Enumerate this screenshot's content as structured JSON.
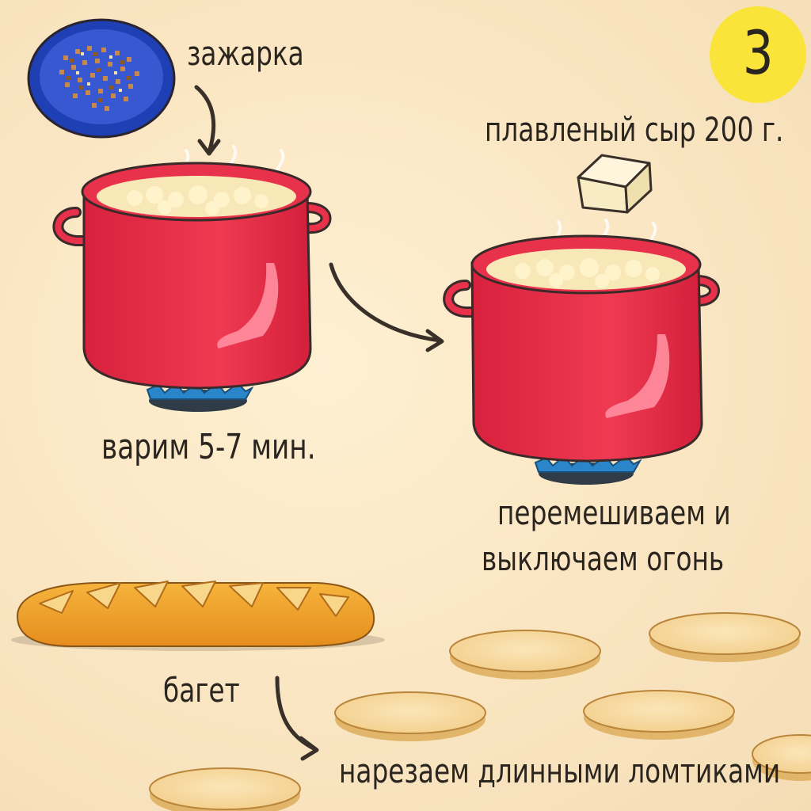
{
  "step_number": "3",
  "labels": {
    "zazharka": "зажарка",
    "cheese": "плавленый сыр 200 г.",
    "boil": "варим 5-7 мин.",
    "stir_line1": "перемешиваем и",
    "stir_line2": "выключаем огонь",
    "baguette": "багет",
    "slice": "нарезаем длинными ломтиками"
  },
  "colors": {
    "pot": "#e8314b",
    "badge": "#fbe43a",
    "bowl": "#1f3fb4",
    "bread": "#f0a52c",
    "flame": "#2a86c8"
  },
  "icons": [
    "bowl-of-fried-vegetables-icon",
    "cheese-block-icon",
    "pot-icon",
    "gas-burner-icon",
    "baguette-icon",
    "bread-slice-icon",
    "arrow-icon"
  ]
}
